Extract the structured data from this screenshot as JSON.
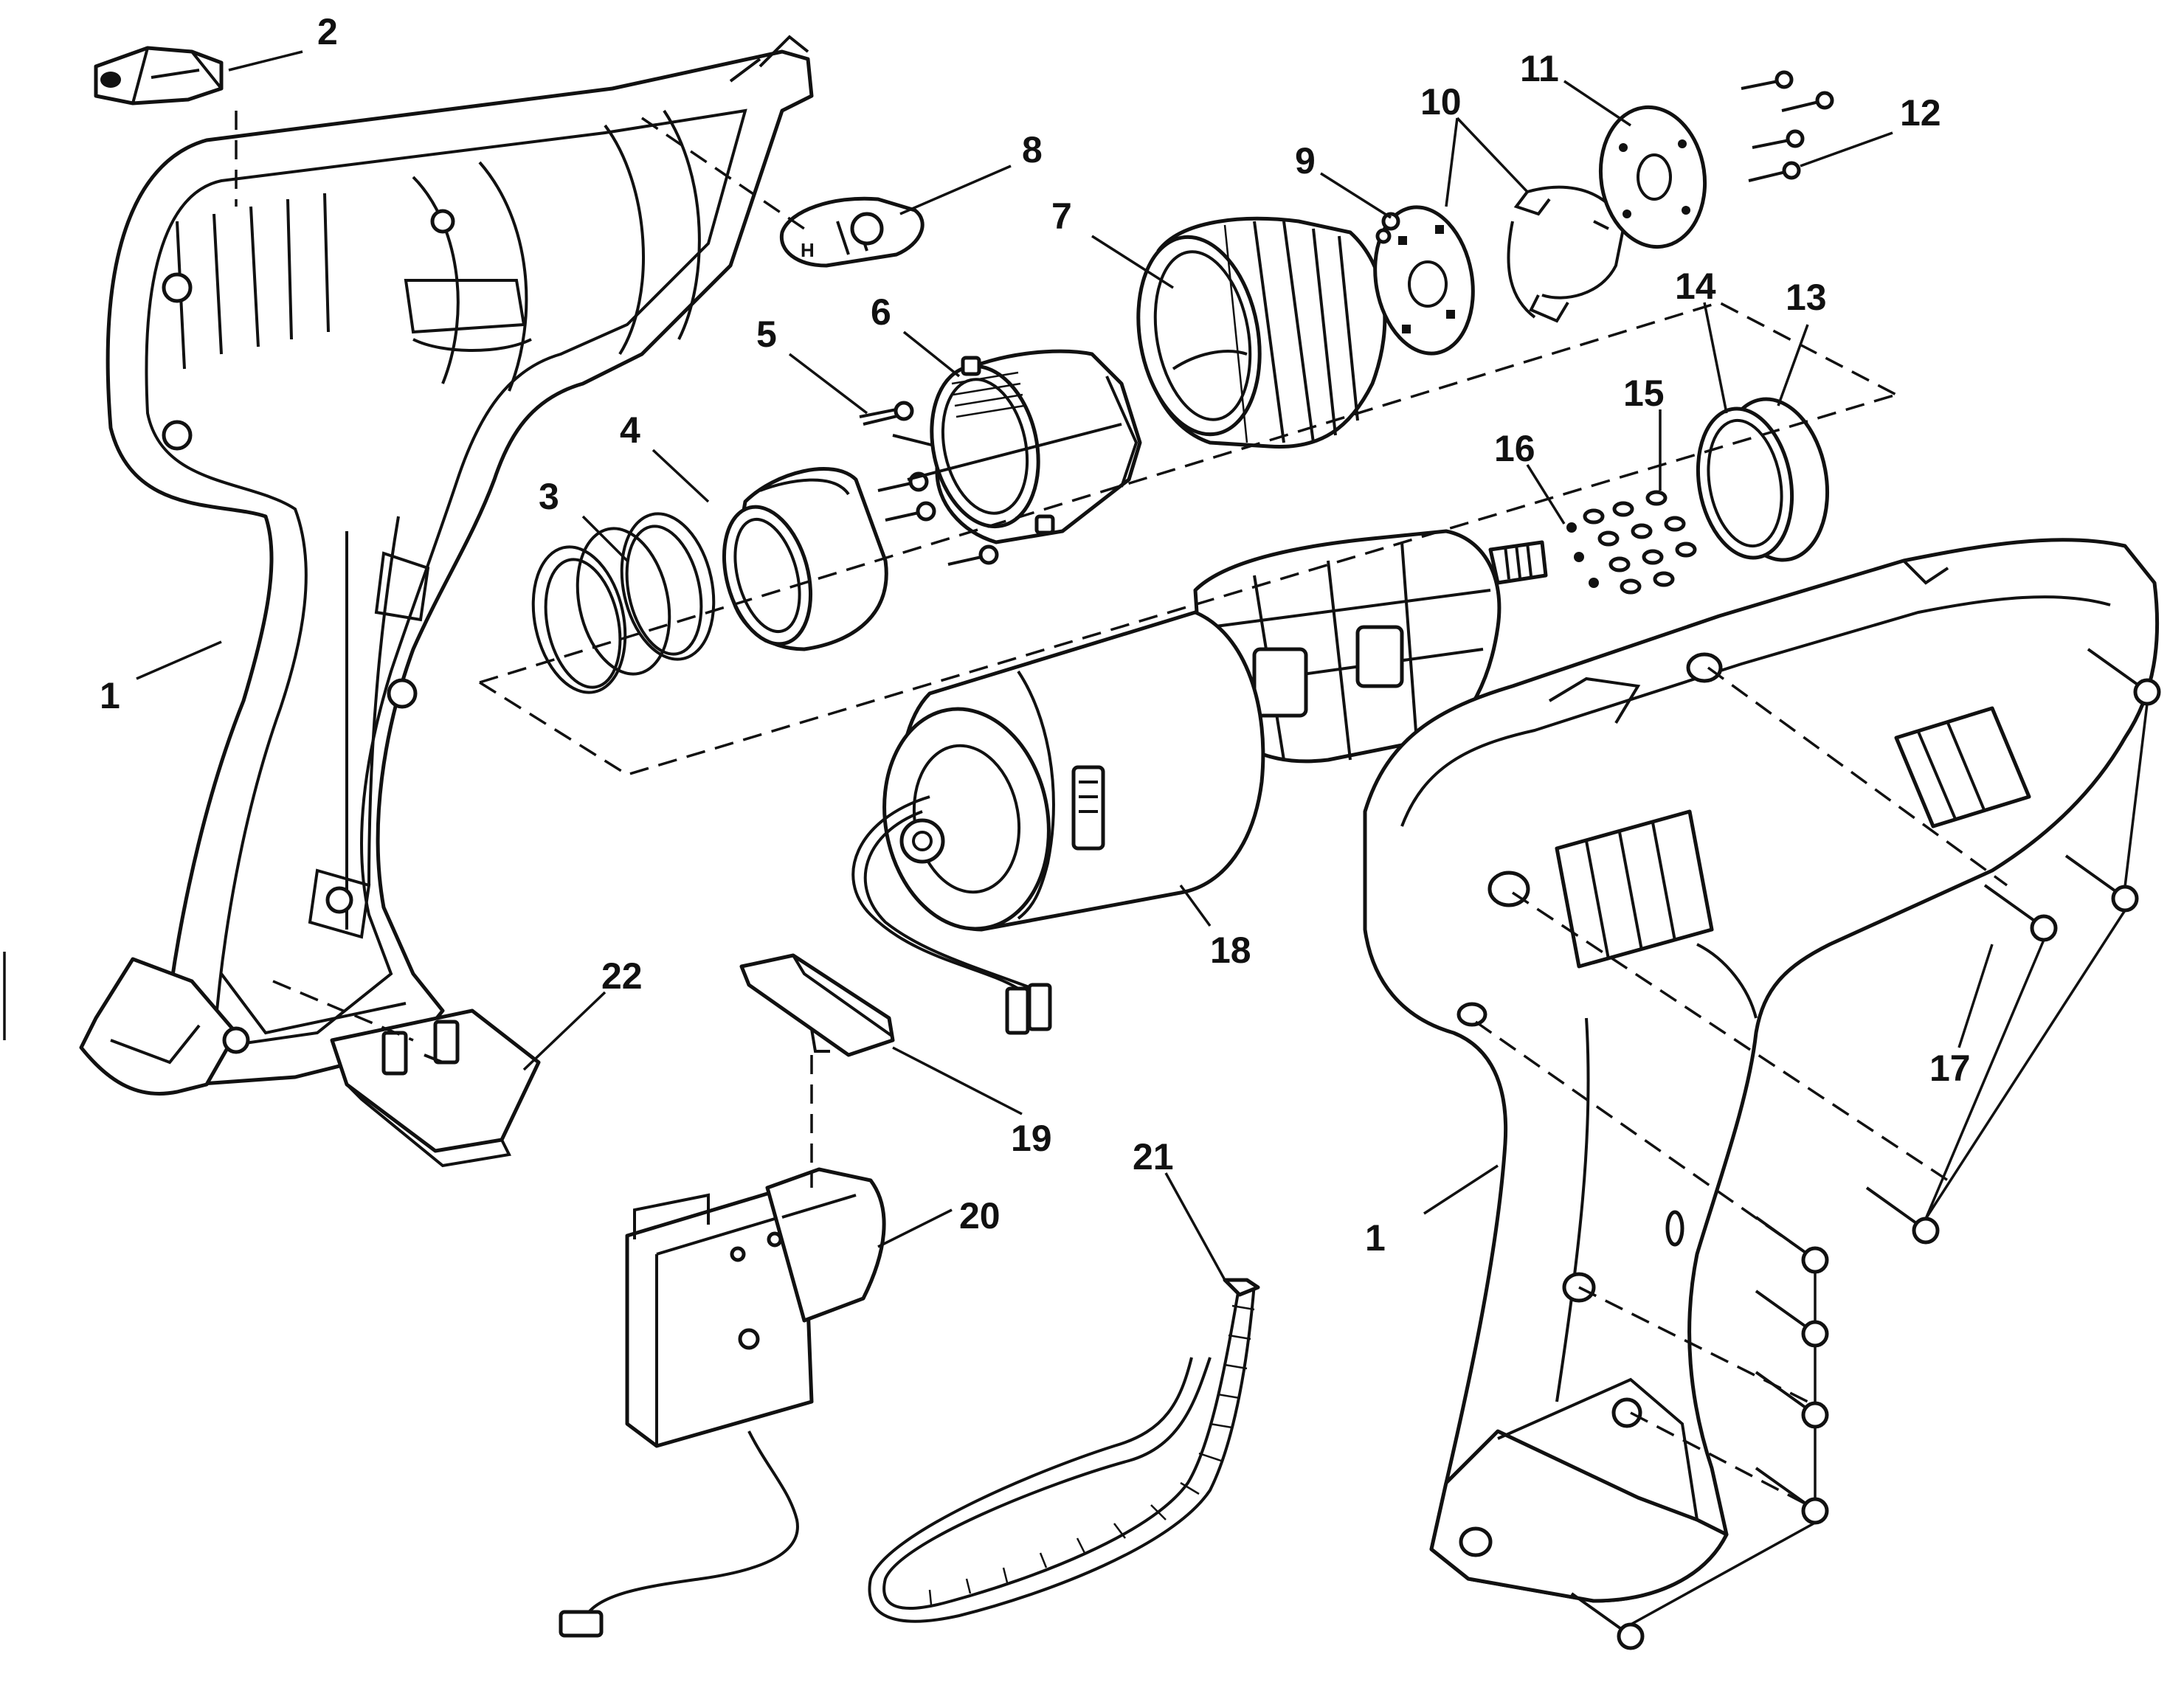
{
  "callouts": [
    {
      "id": "part-1-left",
      "text": "1"
    },
    {
      "id": "part-2",
      "text": "2"
    },
    {
      "id": "part-3",
      "text": "3"
    },
    {
      "id": "part-4",
      "text": "4"
    },
    {
      "id": "part-5",
      "text": "5"
    },
    {
      "id": "part-6",
      "text": "6"
    },
    {
      "id": "part-7",
      "text": "7"
    },
    {
      "id": "part-8",
      "text": "8"
    },
    {
      "id": "part-9",
      "text": "9"
    },
    {
      "id": "part-10",
      "text": "10"
    },
    {
      "id": "part-11",
      "text": "11"
    },
    {
      "id": "part-12",
      "text": "12"
    },
    {
      "id": "part-13",
      "text": "13"
    },
    {
      "id": "part-14",
      "text": "14"
    },
    {
      "id": "part-15",
      "text": "15"
    },
    {
      "id": "part-16",
      "text": "16"
    },
    {
      "id": "part-17",
      "text": "17"
    },
    {
      "id": "part-18",
      "text": "18"
    },
    {
      "id": "part-19",
      "text": "19"
    },
    {
      "id": "part-20",
      "text": "20"
    },
    {
      "id": "part-21",
      "text": "21"
    },
    {
      "id": "part-22",
      "text": "22"
    },
    {
      "id": "part-1-right",
      "text": "1"
    }
  ],
  "part_8_marking": "H"
}
